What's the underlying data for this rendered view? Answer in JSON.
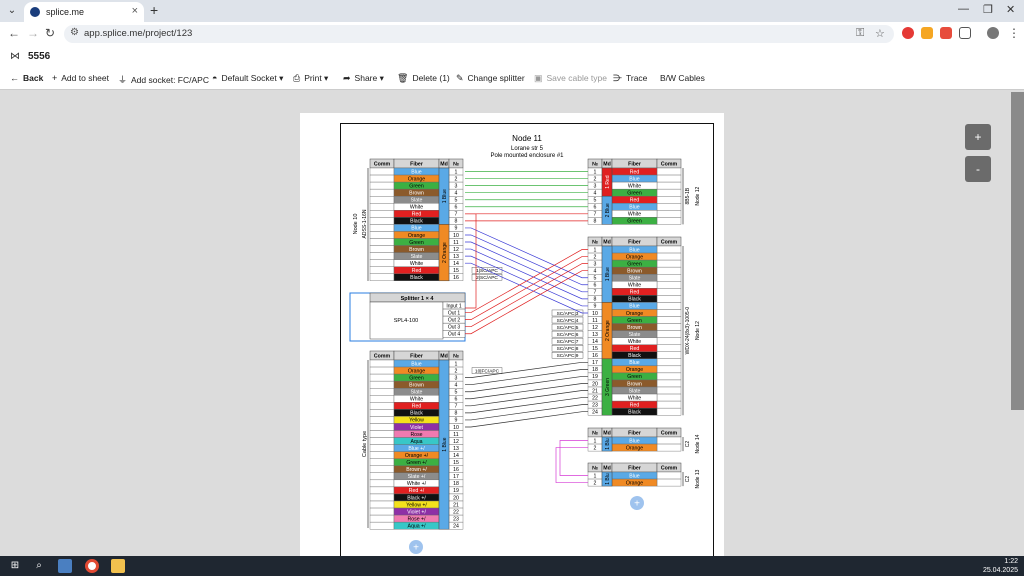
{
  "browser": {
    "tab_title": "splice.me",
    "url": "app.splice.me/project/123",
    "new_tab": "+",
    "close_tab": "×"
  },
  "app": {
    "project_name": "5556"
  },
  "toolbar": {
    "back": "Back",
    "add_to_sheet": "Add to sheet",
    "add_socket": "Add socket: FC/APC",
    "default_socket": "Default Socket",
    "print": "Print",
    "share": "Share",
    "delete": "Delete (1)",
    "change_splitter": "Change splitter",
    "save_cable_type": "Save cable type",
    "trace": "Trace",
    "bw_cables": "B/W Cables"
  },
  "zoom": {
    "in": "+",
    "out": "-"
  },
  "taskbar": {
    "time": "1:22",
    "date": "25.04.2025"
  },
  "colors": {
    "Blue": "#5aa9e6",
    "Orange": "#f08a24",
    "Green": "#3cb043",
    "Brown": "#8b5a2b",
    "Slate": "#8c8c8c",
    "White": "#ffffff",
    "Red": "#e02020",
    "Black": "#111111",
    "Yellow": "#f4e11c",
    "Violet": "#8e2fa6",
    "Rose": "#f07ab0",
    "Aqua": "#38c7c7"
  },
  "diagram": {
    "title": "Node 11",
    "subtitle1": "Lorane str 5",
    "subtitle2": "Pole mounted enclosure #1",
    "headers": {
      "comm": "Comm",
      "fiber": "Fiber",
      "md": "Md",
      "no": "№"
    },
    "splitter": {
      "title": "Splitter 1 × 4",
      "model": "SPL4-100",
      "ports": [
        "Input 1",
        "Out 1",
        "Out 2",
        "Out 3",
        "Out 4"
      ]
    },
    "left1": {
      "label": "Node 10",
      "cable": "ADSS-1-16N",
      "modules": [
        {
          "name": "1 Blue",
          "color": "Blue",
          "rows": 8
        },
        {
          "name": "2 Orange",
          "color": "Orange",
          "rows": 8
        }
      ],
      "fibers": [
        "Blue",
        "Orange",
        "Green",
        "Brown",
        "Slate",
        "White",
        "Red",
        "Black",
        "Blue",
        "Orange",
        "Green",
        "Brown",
        "Slate",
        "White",
        "Red",
        "Black"
      ],
      "sockets": [
        {
          "row": 15,
          "text": "1|SC/APC"
        },
        {
          "row": 16,
          "text": "2|SC/APC"
        }
      ]
    },
    "left2": {
      "label": "Cable type",
      "modules": [
        {
          "name": "1 Blue",
          "color": "Blue",
          "rows": 24
        }
      ],
      "fibers": [
        "Blue",
        "Orange",
        "Green",
        "Brown",
        "Slate",
        "White",
        "Red",
        "Black",
        "Yellow",
        "Violet",
        "Rose",
        "Aqua",
        "Blue +/",
        "Orange +/",
        "Green +/",
        "Brown +/",
        "Slate +/",
        "White +/",
        "Red +/",
        "Black +/",
        "Yellow +/",
        "Violet +/",
        "Rose +/",
        "Aqua +/"
      ],
      "sockets": [
        {
          "row": 2,
          "text": "10|FC/APC"
        }
      ]
    },
    "right1": {
      "label": "Node 12",
      "cable": "8B5-1B",
      "modules": [
        {
          "name": "1 Red",
          "color": "Red",
          "rows": 4
        },
        {
          "name": "2 Blue",
          "color": "Blue",
          "rows": 4
        }
      ],
      "fibers": [
        "Red",
        "Blue",
        "White",
        "Green",
        "Red",
        "Blue",
        "White",
        "Green"
      ]
    },
    "right2": {
      "label": "Node 12",
      "cable": "WDX-24(8x3)-1005-0",
      "modules": [
        {
          "name": "1 Blue",
          "color": "Blue",
          "rows": 8
        },
        {
          "name": "2 Orange",
          "color": "Orange",
          "rows": 8
        },
        {
          "name": "3 Green",
          "color": "Green",
          "rows": 8
        }
      ],
      "fibers": [
        "Blue",
        "Orange",
        "Green",
        "Brown",
        "Slate",
        "White",
        "Red",
        "Black",
        "Blue",
        "Orange",
        "Green",
        "Brown",
        "Slate",
        "White",
        "Red",
        "Black",
        "Blue",
        "Orange",
        "Green",
        "Brown",
        "Slate",
        "White",
        "Red",
        "Black"
      ],
      "sockets": [
        {
          "row": 10,
          "text": "SC/APC|3"
        },
        {
          "row": 11,
          "text": "SC/APC|4"
        },
        {
          "row": 12,
          "text": "SC/APC|5"
        },
        {
          "row": 13,
          "text": "SC/APC|6"
        },
        {
          "row": 14,
          "text": "SC/APC|7"
        },
        {
          "row": 15,
          "text": "SC/APC|8"
        },
        {
          "row": 16,
          "text": "SC/APC|9"
        }
      ]
    },
    "right3": {
      "label": "Node 14",
      "cable": "C2",
      "modules": [
        {
          "name": "1 Blu",
          "color": "Blue",
          "rows": 2
        }
      ],
      "fibers": [
        "Blue",
        "Orange"
      ]
    },
    "right4": {
      "label": "Node 13",
      "cable": "C2",
      "modules": [
        {
          "name": "1 Blu",
          "color": "Blue",
          "rows": 2
        }
      ],
      "fibers": [
        "Blue",
        "Orange"
      ]
    },
    "add_button": "+"
  }
}
